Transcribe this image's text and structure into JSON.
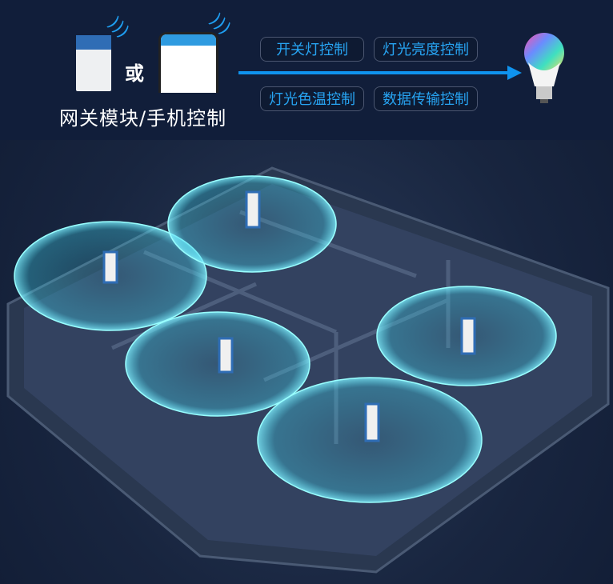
{
  "header": {
    "or_label": "或",
    "caption": "网关模块/手机控制"
  },
  "features": [
    {
      "label": "开关灯控制"
    },
    {
      "label": "灯光亮度控制"
    },
    {
      "label": "灯光色温控制"
    },
    {
      "label": "数据传输控制"
    }
  ],
  "colors": {
    "accent": "#0f93ee",
    "tag_text": "#27a4f2",
    "coverage": "#3fd0e8",
    "background": "#111e3a"
  },
  "icons": [
    "wifi-icon",
    "module-icon",
    "phone-icon",
    "bulb-icon",
    "arrow-right-icon"
  ]
}
